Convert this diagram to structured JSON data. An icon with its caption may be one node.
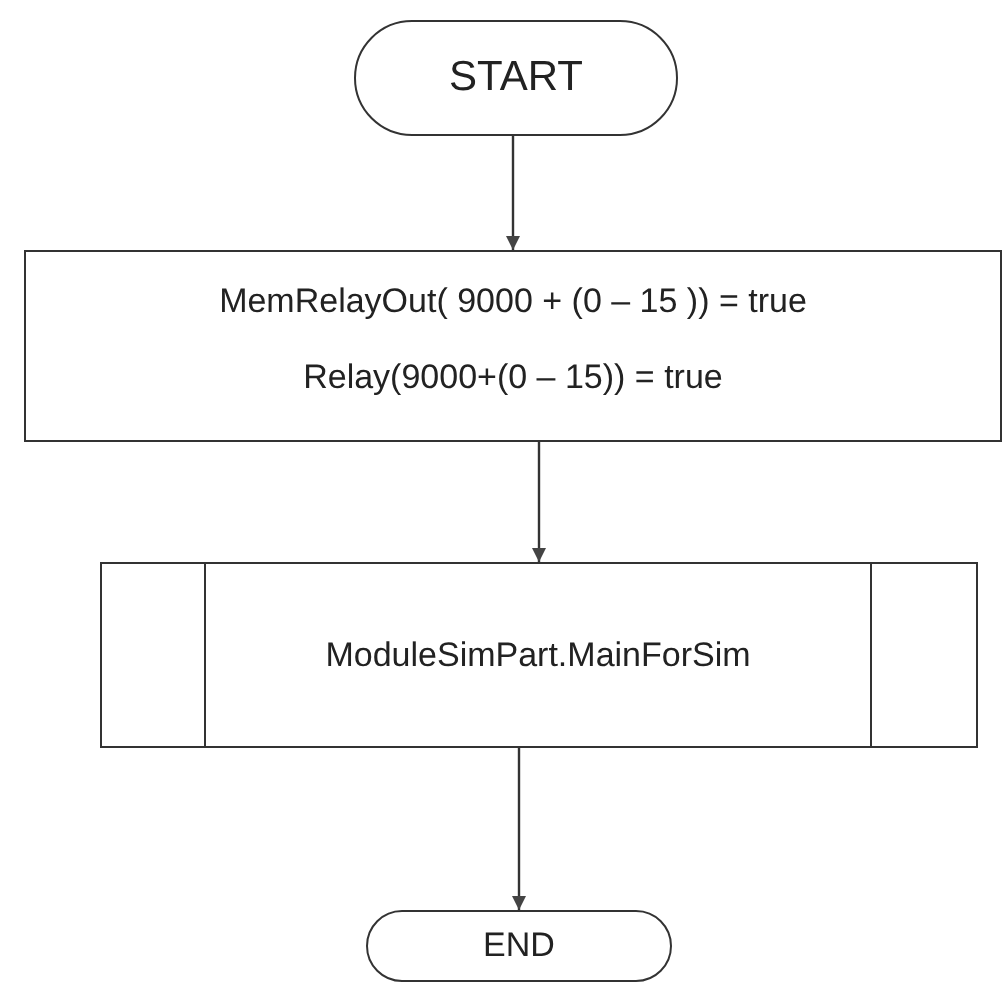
{
  "diagram": {
    "nodes": [
      {
        "text": [
          "START"
        ]
      },
      {
        "text": [
          "MemRelayOut( 9000 + (0 – 15 )) = true",
          "Relay(9000+(0 – 15)) = true"
        ]
      },
      {
        "text": [
          "ModuleSimPart.MainForSim"
        ]
      },
      {
        "text": [
          "END"
        ]
      }
    ],
    "edges": [
      {
        "from": 0,
        "to": 1,
        "arrow": "to"
      },
      {
        "from": 1,
        "to": 2,
        "arrow": "to"
      },
      {
        "from": 2,
        "to": 3,
        "arrow": "to"
      }
    ]
  }
}
